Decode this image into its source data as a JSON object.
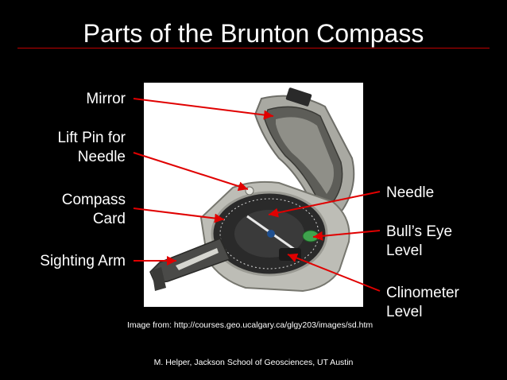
{
  "slide": {
    "title": "Parts of the Brunton Compass",
    "labels": {
      "mirror": "Mirror",
      "lift_pin_line1": "Lift Pin for",
      "lift_pin_line2": "Needle",
      "compass_card_line1": "Compass",
      "compass_card_line2": "Card",
      "sighting_arm": "Sighting Arm",
      "needle": "Needle",
      "bulls_eye_line1": "Bull’s Eye",
      "bulls_eye_line2": "Level",
      "clinometer_line1": "Clinometer",
      "clinometer_line2": "Level"
    },
    "image_credit": "Image from: http://courses.geo.ucalgary.ca/glgy203/images/sd.htm",
    "footer": "M. Helper, Jackson School of Geosciences, UT Austin"
  },
  "colors": {
    "background": "#000000",
    "text": "#ffffff",
    "accent": "#c00000",
    "arrow": "#e00000",
    "photo_background": "#ffffff",
    "compass_body": "#b9b9b2",
    "compass_dark": "#2b2b2b",
    "bubble": "#3fa34d"
  },
  "icons": {
    "compass_illustration": "brunton-compass-illustration"
  }
}
